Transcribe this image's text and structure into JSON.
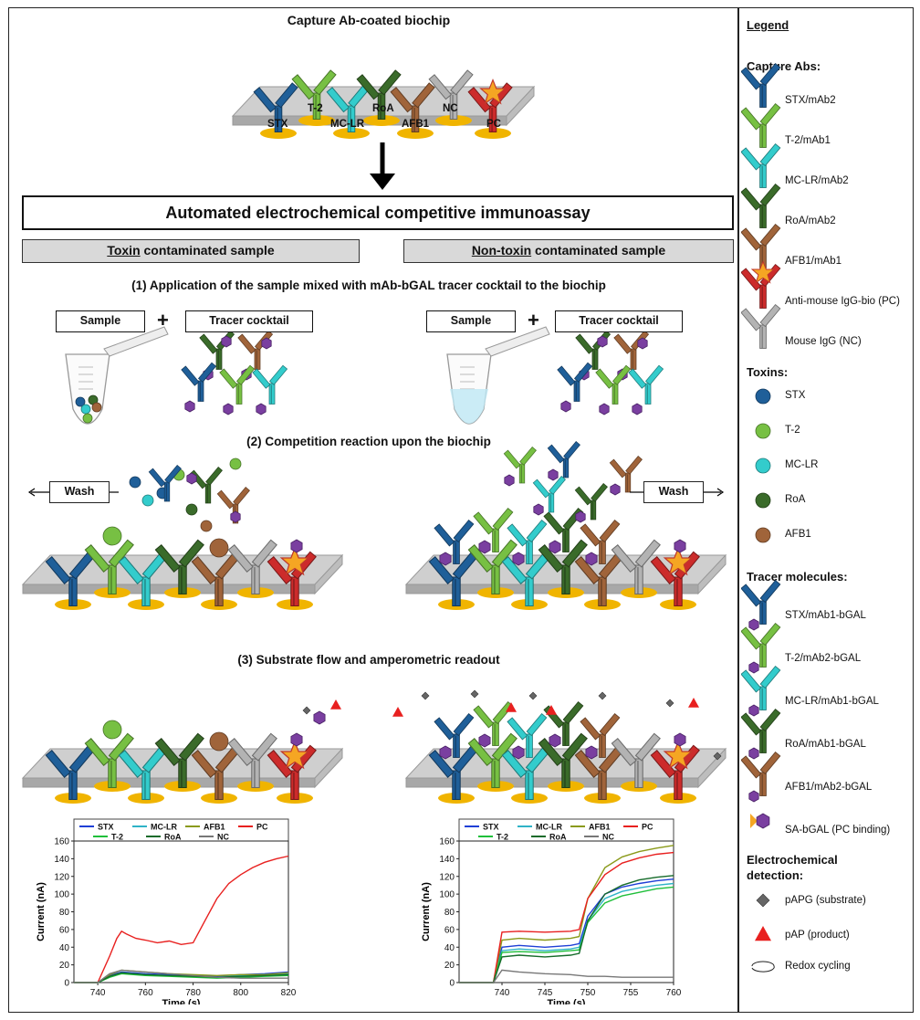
{
  "top_title": "Capture Ab-coated biochip",
  "chip_labels": [
    "STX",
    "T-2",
    "MC-LR",
    "RoA",
    "AFB1",
    "NC",
    "PC"
  ],
  "banner": "Automated electrochemical competitive  immunoassay",
  "sample_left": {
    "keyword": "Toxin",
    "rest": " contaminated sample"
  },
  "sample_right": {
    "keyword": "Non-toxin",
    "rest": " contaminated sample"
  },
  "step1": "(1) Application of the sample mixed with mAb-bGAL tracer cocktail to the biochip",
  "step2": "(2) Competition reaction upon the biochip",
  "step3": "(3) Substrate flow and amperometric readout",
  "sample_label": "Sample",
  "tracer_label": "Tracer cocktail",
  "plus": "+",
  "wash_label": "Wash",
  "legend": {
    "title": "Legend",
    "capture_title": "Capture Abs:",
    "capture_items": [
      "STX/mAb2",
      "T-2/mAb1",
      "MC-LR/mAb2",
      "RoA/mAb2",
      "AFB1/mAb1",
      "Anti-mouse IgG-bio (PC)",
      "Mouse IgG (NC)"
    ],
    "toxins_title": "Toxins:",
    "toxin_items": [
      "STX",
      "T-2",
      "MC-LR",
      "RoA",
      "AFB1"
    ],
    "tracer_title": "Tracer molecules:",
    "tracer_items": [
      "STX/mAb1-bGAL",
      "T-2/mAb2-bGAL",
      "MC-LR/mAb1-bGAL",
      "RoA/mAb1-bGAL",
      "AFB1/mAb2-bGAL",
      "SA-bGAL (PC binding)"
    ],
    "detection_title_1": "Electrochemical",
    "detection_title_2": "detection:",
    "detection_items": [
      "pAPG (substrate)",
      "pAP (product)",
      "Redox cycling"
    ]
  },
  "colors": {
    "STX": "#1f5f99",
    "T-2": "#77c043",
    "MC-LR": "#33cccc",
    "RoA": "#3a6b2a",
    "AFB1": "#a0643a",
    "NC": "#b3b3b3",
    "PC": "#cc2b2b",
    "gold": "#f0b400",
    "bGAL": "#7a3fa0",
    "chip": "#cfcfcf"
  },
  "chart_data": [
    {
      "type": "line",
      "xlabel": "Time (s)",
      "ylabel": "Current (nA)",
      "xlim": [
        730,
        820
      ],
      "ylim": [
        0,
        160
      ],
      "xticks": [
        740,
        760,
        780,
        800,
        820
      ],
      "yticks": [
        0,
        20,
        40,
        60,
        80,
        100,
        120,
        140,
        160
      ],
      "legend_position": "top",
      "series": [
        {
          "name": "STX",
          "color": "#1f3fd6",
          "x": [
            730,
            740,
            745,
            750,
            760,
            770,
            780,
            790,
            800,
            810,
            820
          ],
          "y": [
            0,
            0,
            8,
            12,
            10,
            9,
            8,
            7,
            9,
            10,
            12
          ]
        },
        {
          "name": "MC-LR",
          "color": "#2fb3c7",
          "x": [
            730,
            740,
            745,
            750,
            760,
            770,
            780,
            790,
            800,
            810,
            820
          ],
          "y": [
            0,
            0,
            7,
            11,
            9,
            8,
            7,
            6,
            8,
            9,
            10
          ]
        },
        {
          "name": "AFB1",
          "color": "#8a9a1a",
          "x": [
            730,
            740,
            745,
            750,
            760,
            770,
            780,
            790,
            800,
            810,
            820
          ],
          "y": [
            0,
            0,
            9,
            14,
            12,
            10,
            9,
            8,
            9,
            9,
            11
          ]
        },
        {
          "name": "PC",
          "color": "#e8201f",
          "x": [
            730,
            740,
            745,
            748,
            750,
            752,
            756,
            760,
            765,
            770,
            775,
            780,
            785,
            790,
            795,
            800,
            805,
            810,
            815,
            820
          ],
          "y": [
            0,
            0,
            30,
            50,
            58,
            55,
            50,
            48,
            45,
            47,
            43,
            45,
            70,
            95,
            112,
            122,
            130,
            136,
            140,
            143
          ]
        },
        {
          "name": "T-2",
          "color": "#1fbf3a",
          "x": [
            730,
            740,
            745,
            750,
            760,
            770,
            780,
            790,
            800,
            810,
            820
          ],
          "y": [
            0,
            0,
            6,
            10,
            8,
            7,
            6,
            5,
            6,
            7,
            8
          ]
        },
        {
          "name": "RoA",
          "color": "#156b2a",
          "x": [
            730,
            740,
            745,
            750,
            760,
            770,
            780,
            790,
            800,
            810,
            820
          ],
          "y": [
            0,
            0,
            7,
            11,
            9,
            8,
            7,
            6,
            7,
            8,
            9
          ]
        },
        {
          "name": "NC",
          "color": "#777777",
          "x": [
            730,
            740,
            745,
            750,
            760,
            770,
            780,
            790,
            800,
            810,
            820
          ],
          "y": [
            0,
            0,
            10,
            14,
            12,
            10,
            8,
            6,
            5,
            5,
            5
          ]
        }
      ]
    },
    {
      "type": "line",
      "xlabel": "Time (s)",
      "ylabel": "Current (nA)",
      "xlim": [
        735,
        760
      ],
      "ylim": [
        0,
        160
      ],
      "xticks": [
        740,
        745,
        750,
        755,
        760
      ],
      "yticks": [
        0,
        20,
        40,
        60,
        80,
        100,
        120,
        140,
        160
      ],
      "legend_position": "top",
      "series": [
        {
          "name": "STX",
          "color": "#1f3fd6",
          "x": [
            735,
            738,
            739,
            740,
            742,
            745,
            748,
            749,
            750,
            752,
            754,
            756,
            758,
            760
          ],
          "y": [
            0,
            0,
            0,
            40,
            42,
            40,
            42,
            44,
            75,
            100,
            108,
            112,
            115,
            117
          ]
        },
        {
          "name": "MC-LR",
          "color": "#2fb3c7",
          "x": [
            735,
            738,
            739,
            740,
            742,
            745,
            748,
            749,
            750,
            752,
            754,
            756,
            758,
            760
          ],
          "y": [
            0,
            0,
            0,
            36,
            38,
            36,
            38,
            40,
            70,
            95,
            103,
            107,
            110,
            112
          ]
        },
        {
          "name": "AFB1",
          "color": "#8a9a1a",
          "x": [
            735,
            738,
            739,
            740,
            742,
            745,
            748,
            749,
            750,
            752,
            754,
            756,
            758,
            760
          ],
          "y": [
            0,
            0,
            0,
            48,
            50,
            48,
            50,
            52,
            95,
            130,
            142,
            148,
            152,
            155
          ]
        },
        {
          "name": "PC",
          "color": "#e8201f",
          "x": [
            735,
            738,
            739,
            740,
            742,
            745,
            748,
            749,
            750,
            752,
            754,
            756,
            758,
            760
          ],
          "y": [
            0,
            0,
            0,
            57,
            58,
            57,
            58,
            60,
            95,
            122,
            135,
            141,
            145,
            147
          ]
        },
        {
          "name": "T-2",
          "color": "#1fbf3a",
          "x": [
            735,
            738,
            739,
            740,
            742,
            745,
            748,
            749,
            750,
            752,
            754,
            756,
            758,
            760
          ],
          "y": [
            0,
            0,
            0,
            34,
            35,
            34,
            36,
            37,
            68,
            90,
            98,
            102,
            106,
            108
          ]
        },
        {
          "name": "RoA",
          "color": "#156b2a",
          "x": [
            735,
            738,
            739,
            740,
            742,
            745,
            748,
            749,
            750,
            752,
            754,
            756,
            758,
            760
          ],
          "y": [
            0,
            0,
            0,
            29,
            31,
            29,
            31,
            33,
            70,
            100,
            110,
            116,
            119,
            121
          ]
        },
        {
          "name": "NC",
          "color": "#777777",
          "x": [
            735,
            738,
            739,
            740,
            742,
            745,
            748,
            749,
            750,
            752,
            754,
            756,
            758,
            760
          ],
          "y": [
            0,
            0,
            0,
            14,
            12,
            10,
            9,
            8,
            7,
            7,
            6,
            6,
            6,
            6
          ]
        }
      ]
    }
  ]
}
